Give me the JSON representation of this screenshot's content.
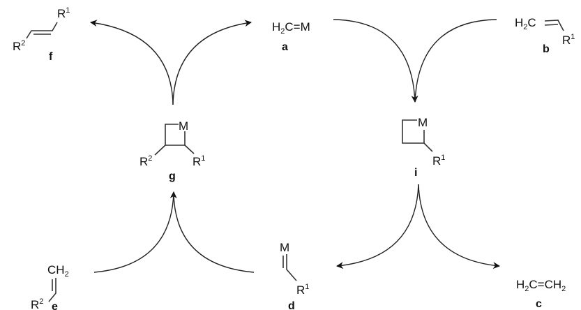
{
  "title": "Olefin metathesis catalytic cycle",
  "compounds": {
    "a": {
      "label": "a",
      "formula_h": "H",
      "formula_2": "2",
      "formula_rest": "C=M"
    },
    "b": {
      "label": "b",
      "formula_h": "H",
      "formula_2": "2",
      "formula_c": "C",
      "r": "R",
      "r_sup": "1"
    },
    "c": {
      "label": "c",
      "formula_h": "H",
      "formula_2": "2",
      "formula_mid": "C=CH",
      "formula_end": "2"
    },
    "d": {
      "label": "d",
      "metal": "M",
      "r": "R",
      "r_sup": "1"
    },
    "e": {
      "label": "e",
      "ch": "CH",
      "ch_sub": "2",
      "r": "R",
      "r_sup": "2"
    },
    "f": {
      "label": "f",
      "r1": "R",
      "r1_sup": "1",
      "r2": "R",
      "r2_sup": "2"
    },
    "g": {
      "label": "g",
      "metal": "M",
      "r1": "R",
      "r1_sup": "1",
      "r2": "R",
      "r2_sup": "2"
    },
    "i": {
      "label": "i",
      "metal": "M",
      "r1": "R",
      "r1_sup": "1"
    }
  }
}
